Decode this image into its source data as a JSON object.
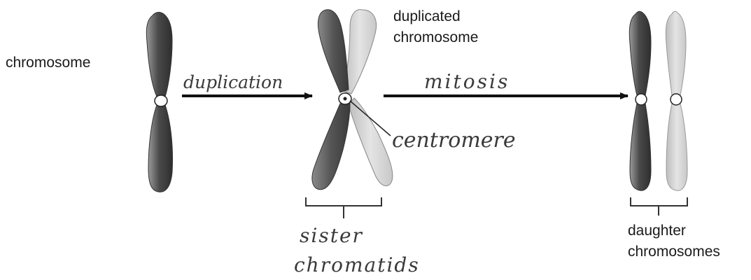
{
  "labels": {
    "chromosome": "chromosome",
    "duplicated_line1": "duplicated",
    "duplicated_line2": "chromosome",
    "daughter_line1": "daughter",
    "daughter_line2": "chromosomes"
  },
  "handwritten": {
    "duplication": "duplication",
    "mitosis": "mitosis",
    "centromere": "centromere",
    "sister_line1": "sister",
    "sister_line2": "chromatids"
  },
  "colors": {
    "chromatid_dark": "#4a4a4a",
    "chromatid_light": "#d0d0d0",
    "arrow": "#111111",
    "ink": "#3a3a3a"
  }
}
